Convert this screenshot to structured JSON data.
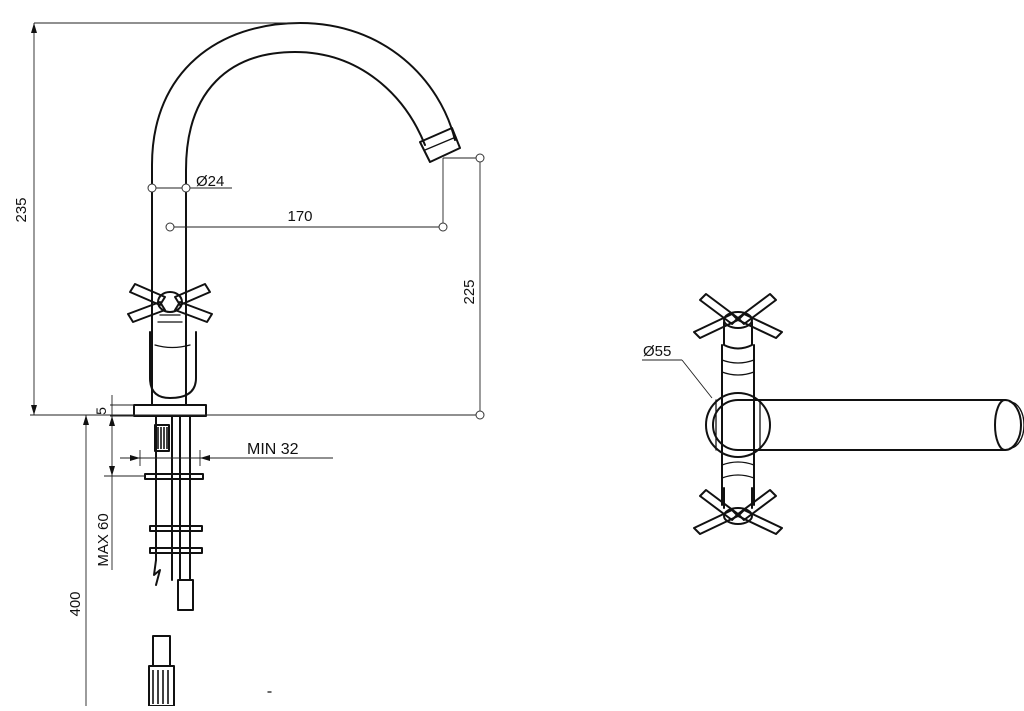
{
  "dimensions": {
    "total_height": "235",
    "spout_height": "225",
    "spout_reach": "170",
    "spout_diameter": "Ø24",
    "base_thickness": "5",
    "hole_min": "MIN 32",
    "deck_max": "MAX 60",
    "hose_length": "400",
    "escutcheon_diameter": "Ø55"
  },
  "colors": {
    "line": "#111111",
    "background": "#ffffff"
  }
}
